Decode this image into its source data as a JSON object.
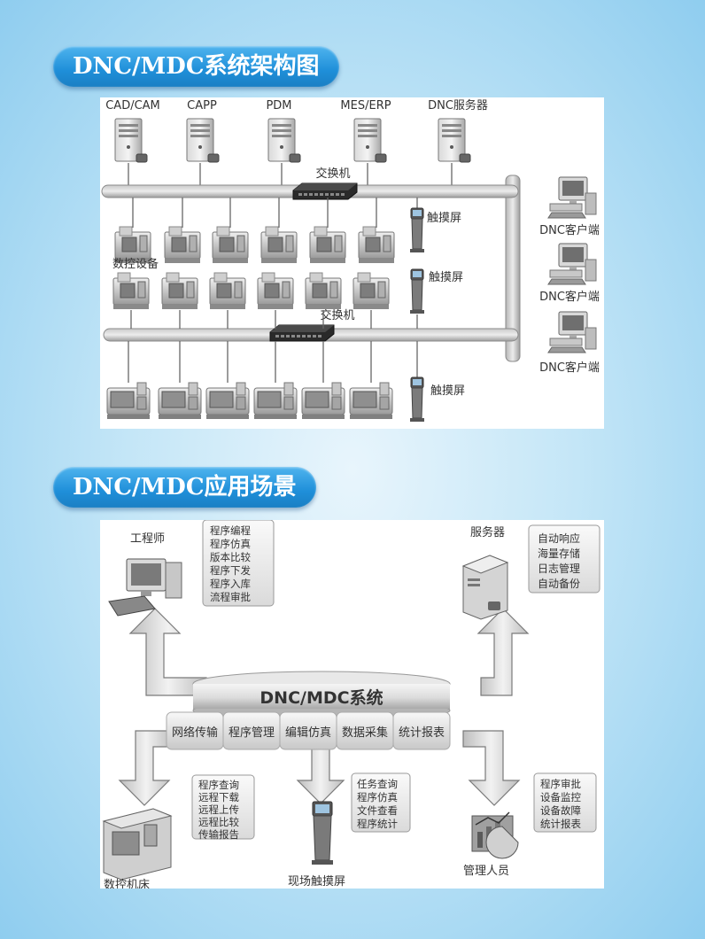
{
  "section1": {
    "title": "DNC/MDC系统架构图",
    "servers": [
      "CAD/CAM",
      "CAPP",
      "PDM",
      "MES/ERP",
      "DNC服务器"
    ],
    "switch_label_1": "交换机",
    "switch_label_2": "交换机",
    "touch_label_1": "触摸屏",
    "touch_label_2": "触摸屏",
    "touch_label_3": "触摸屏",
    "cnc_label": "数控设备",
    "clients": [
      "DNC客户端",
      "DNC客户端",
      "DNC客户端"
    ]
  },
  "section2": {
    "title": "DNC/MDC应用场景",
    "engineer": {
      "label": "工程师",
      "items": [
        "程序编程",
        "程序仿真",
        "版本比较",
        "程序下发",
        "程序入库",
        "流程审批"
      ]
    },
    "server": {
      "label": "服务器",
      "items": [
        "自动响应",
        "海量存储",
        "日志管理",
        "自动备份"
      ]
    },
    "system_label": "DNC/MDC系统",
    "modules": [
      "网络传输",
      "程序管理",
      "编辑仿真",
      "数据采集",
      "统计报表"
    ],
    "machine": {
      "label": "数控机床",
      "items": [
        "程序查询",
        "远程下载",
        "远程上传",
        "远程比较",
        "传输报告"
      ]
    },
    "touch": {
      "label": "现场触摸屏",
      "items": [
        "任务查询",
        "程序仿真",
        "文件查看",
        "程序统计"
      ]
    },
    "manager": {
      "label": "管理人员",
      "items": [
        "程序审批",
        "设备监控",
        "设备故障",
        "统计报表"
      ]
    }
  }
}
